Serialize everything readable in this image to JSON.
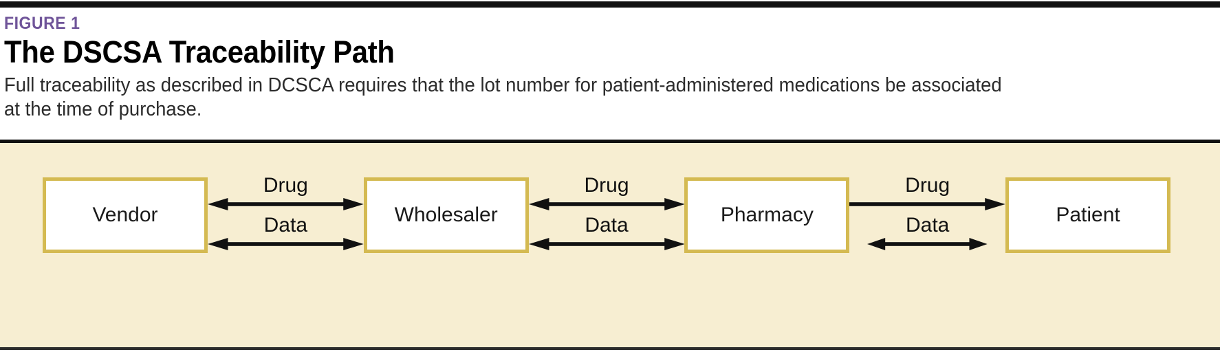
{
  "header": {
    "figure_label": "FIGURE 1",
    "title": "The DSCSA Traceability Path",
    "description": "Full traceability as described in DCSCA requires that the lot number for patient-administered medications be associated at the time of purchase.",
    "label_color": "#6F5499",
    "title_color": "#000000"
  },
  "diagram": {
    "background_color": "#F7EED2",
    "node_border_color": "#D4BA52",
    "node_fill_color": "#FFFFFF",
    "arrow_color": "#111111",
    "nodes": [
      {
        "label": "Vendor"
      },
      {
        "label": "Wholesaler"
      },
      {
        "label": "Pharmacy"
      },
      {
        "label": "Patient"
      }
    ],
    "connections": [
      {
        "from": "Vendor",
        "to": "Wholesaler",
        "lanes": [
          {
            "label": "Drug",
            "direction": "both"
          },
          {
            "label": "Data",
            "direction": "both"
          }
        ]
      },
      {
        "from": "Wholesaler",
        "to": "Pharmacy",
        "lanes": [
          {
            "label": "Drug",
            "direction": "both"
          },
          {
            "label": "Data",
            "direction": "both"
          }
        ]
      },
      {
        "from": "Pharmacy",
        "to": "Patient",
        "lanes": [
          {
            "label": "Drug",
            "direction": "right"
          },
          {
            "label": "Data",
            "direction": "both"
          }
        ]
      }
    ]
  }
}
